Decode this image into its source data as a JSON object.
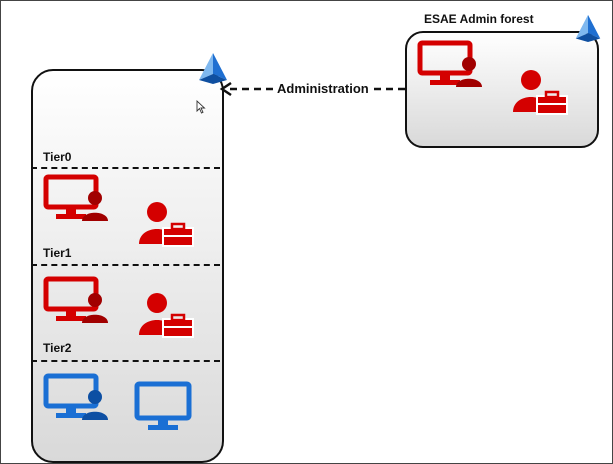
{
  "esae": {
    "title": "ESAE Admin forest"
  },
  "arrow": {
    "label": "Administration"
  },
  "tiers": [
    {
      "label": "Tier0"
    },
    {
      "label": "Tier1"
    },
    {
      "label": "Tier2"
    }
  ],
  "colors": {
    "red": "#d40000",
    "dark_red": "#a10000",
    "blue": "#1a6fd4",
    "dark_blue": "#0d4fa3",
    "azure_blue": "#1f6fd1",
    "azure_light": "#7fb8ef"
  },
  "icons": {
    "admin_workstation": "workstation-with-user-icon",
    "admin_user": "user-with-toolbox-icon",
    "workstation": "monitor-icon",
    "forest": "azure-pyramid-icon"
  }
}
